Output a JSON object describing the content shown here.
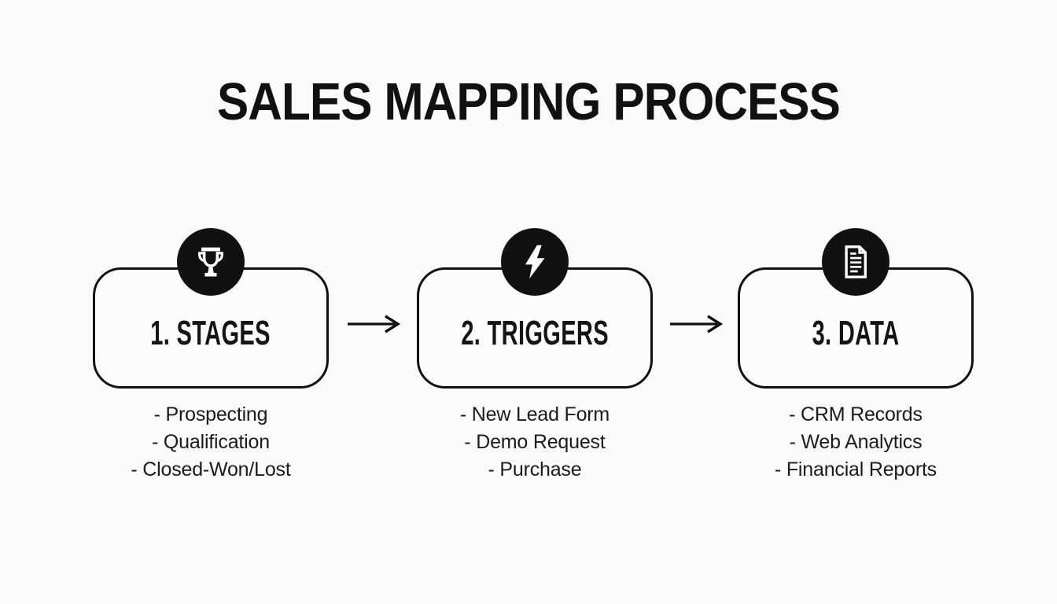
{
  "title": "SALES MAPPING PROCESS",
  "colors": {
    "background": "#fafafa",
    "ink": "#161616",
    "icon_background": "#111111",
    "icon_foreground": "#ffffff"
  },
  "flow": {
    "connector": "right-arrow",
    "steps": [
      {
        "label": "1. STAGES",
        "icon": "trophy-icon",
        "items": [
          "- Prospecting",
          "- Qualification",
          "- Closed-Won/Lost"
        ]
      },
      {
        "label": "2. TRIGGERS",
        "icon": "lightning-icon",
        "items": [
          "- New Lead Form",
          "- Demo Request",
          "- Purchase"
        ]
      },
      {
        "label": "3. DATA",
        "icon": "document-icon",
        "items": [
          "- CRM Records",
          "- Web Analytics",
          "- Financial Reports"
        ]
      }
    ]
  }
}
